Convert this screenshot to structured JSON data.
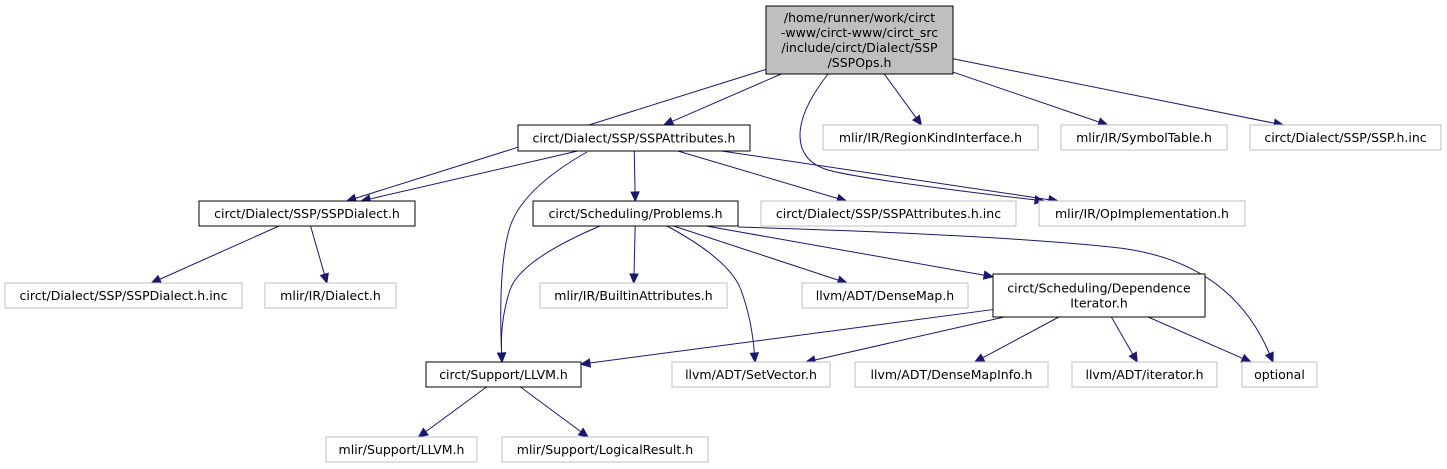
{
  "colors": {
    "edge": "#191970",
    "root_fill": "#bfbfbf",
    "node_fill": "#ffffff",
    "documented_border": "#000000",
    "external_border": "#bfbfbf",
    "text": "#000000"
  },
  "nodes": {
    "root": {
      "lines": [
        "/home/runner/work/circt",
        "-www/circt-www/circt_src",
        "/include/circt/Dialect/SSP",
        "/SSPOps.h"
      ],
      "kind": "root"
    },
    "ssp_attributes": {
      "lines": [
        "circt/Dialect/SSP/SSPAttributes.h"
      ],
      "kind": "documented"
    },
    "ssp_dialect": {
      "lines": [
        "circt/Dialect/SSP/SSPDialect.h"
      ],
      "kind": "documented"
    },
    "region_kind": {
      "lines": [
        "mlir/IR/RegionKindInterface.h"
      ],
      "kind": "external"
    },
    "symbol_table": {
      "lines": [
        "mlir/IR/SymbolTable.h"
      ],
      "kind": "external"
    },
    "ssp_h_inc": {
      "lines": [
        "circt/Dialect/SSP/SSP.h.inc"
      ],
      "kind": "external"
    },
    "problems": {
      "lines": [
        "circt/Scheduling/Problems.h"
      ],
      "kind": "documented"
    },
    "ssp_attributes_inc": {
      "lines": [
        "circt/Dialect/SSP/SSPAttributes.h.inc"
      ],
      "kind": "external"
    },
    "op_implementation": {
      "lines": [
        "mlir/IR/OpImplementation.h"
      ],
      "kind": "external"
    },
    "ssp_dialect_inc": {
      "lines": [
        "circt/Dialect/SSP/SSPDialect.h.inc"
      ],
      "kind": "external"
    },
    "mlir_dialect": {
      "lines": [
        "mlir/IR/Dialect.h"
      ],
      "kind": "external"
    },
    "builtin_attributes": {
      "lines": [
        "mlir/IR/BuiltinAttributes.h"
      ],
      "kind": "external"
    },
    "dense_map": {
      "lines": [
        "llvm/ADT/DenseMap.h"
      ],
      "kind": "external"
    },
    "dependence_iterator": {
      "lines": [
        "circt/Scheduling/Dependence",
        "Iterator.h"
      ],
      "kind": "documented"
    },
    "circt_llvm": {
      "lines": [
        "circt/Support/LLVM.h"
      ],
      "kind": "documented"
    },
    "set_vector": {
      "lines": [
        "llvm/ADT/SetVector.h"
      ],
      "kind": "external"
    },
    "dense_map_info": {
      "lines": [
        "llvm/ADT/DenseMapInfo.h"
      ],
      "kind": "external"
    },
    "adt_iterator": {
      "lines": [
        "llvm/ADT/iterator.h"
      ],
      "kind": "external"
    },
    "optional": {
      "lines": [
        "optional"
      ],
      "kind": "external"
    },
    "mlir_llvm": {
      "lines": [
        "mlir/Support/LLVM.h"
      ],
      "kind": "external"
    },
    "logical_result": {
      "lines": [
        "mlir/Support/LogicalResult.h"
      ],
      "kind": "external"
    }
  },
  "edges": [
    [
      "root",
      "ssp_attributes"
    ],
    [
      "root",
      "ssp_dialect"
    ],
    [
      "root",
      "region_kind"
    ],
    [
      "root",
      "symbol_table"
    ],
    [
      "root",
      "ssp_h_inc"
    ],
    [
      "root",
      "op_implementation"
    ],
    [
      "ssp_attributes",
      "ssp_dialect"
    ],
    [
      "ssp_attributes",
      "problems"
    ],
    [
      "ssp_attributes",
      "ssp_attributes_inc"
    ],
    [
      "ssp_attributes",
      "op_implementation"
    ],
    [
      "ssp_attributes",
      "circt_llvm"
    ],
    [
      "ssp_dialect",
      "ssp_dialect_inc"
    ],
    [
      "ssp_dialect",
      "mlir_dialect"
    ],
    [
      "problems",
      "builtin_attributes"
    ],
    [
      "problems",
      "dense_map"
    ],
    [
      "problems",
      "dependence_iterator"
    ],
    [
      "problems",
      "circt_llvm"
    ],
    [
      "problems",
      "set_vector"
    ],
    [
      "problems",
      "optional"
    ],
    [
      "dependence_iterator",
      "circt_llvm"
    ],
    [
      "dependence_iterator",
      "set_vector"
    ],
    [
      "dependence_iterator",
      "dense_map_info"
    ],
    [
      "dependence_iterator",
      "adt_iterator"
    ],
    [
      "dependence_iterator",
      "optional"
    ],
    [
      "circt_llvm",
      "mlir_llvm"
    ],
    [
      "circt_llvm",
      "logical_result"
    ]
  ]
}
